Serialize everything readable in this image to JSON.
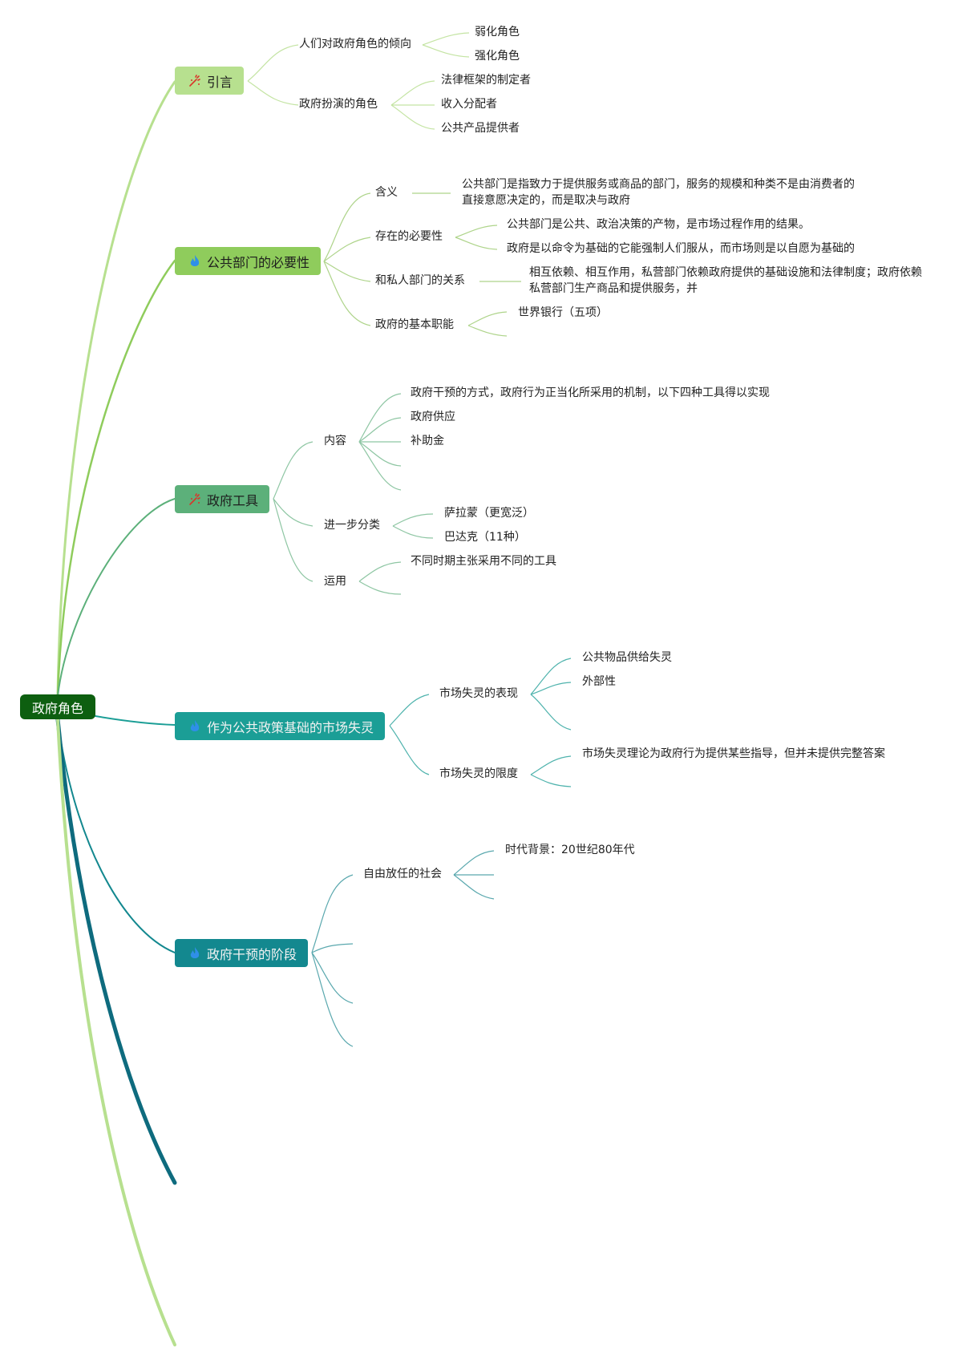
{
  "root": {
    "label": "政府角色"
  },
  "topics": {
    "t1": {
      "label": "引言",
      "icon": "sparkle-icon",
      "color": "#b7e08f"
    },
    "t2": {
      "label": "公共部门的必要性",
      "icon": "flame-icon",
      "color": "#8fcc5c"
    },
    "t3": {
      "label": "政府工具",
      "icon": "sparkle-icon",
      "color": "#5cb07a"
    },
    "t4": {
      "label": "作为公共政策基础的市场失灵",
      "icon": "flame-icon",
      "color": "#1b9e96"
    },
    "t5": {
      "label": "政府干预的阶段",
      "icon": "flame-icon",
      "color": "#13888f"
    }
  },
  "t1": {
    "a": "人们对政府角色的倾向",
    "a1": "弱化角色",
    "a2": "强化角色",
    "b": "政府扮演的角色",
    "b1": "法律框架的制定者",
    "b2": "收入分配者",
    "b3": "公共产品提供者"
  },
  "t2": {
    "a": "含义",
    "a1": "公共部门是指致力于提供服务或商品的部门，服务的规模和种类不是由消费者的直接意愿决定的，而是取决与政府",
    "b": "存在的必要性",
    "b1": "公共部门是公共、政治决策的产物，是市场过程作用的结果。",
    "b2": "政府是以命令为基础的它能强制人们服从，而市场则是以自愿为基础的",
    "c": "和私人部门的关系",
    "c1": "相互依赖、相互作用，私营部门依赖政府提供的基础设施和法律制度；政府依赖私营部门生产商品和提供服务，并",
    "d": "政府的基本职能",
    "d1": "世界银行（五项）"
  },
  "t3": {
    "a": "内容",
    "a1": "政府干预的方式，政府行为正当化所采用的机制，以下四种工具得以实现",
    "a2": "政府供应",
    "a3": "补助金",
    "b": "进一步分类",
    "b1": "萨拉蒙（更宽泛）",
    "b2": "巴达克（11种）",
    "c": "运用",
    "c1": "不同时期主张采用不同的工具"
  },
  "t4": {
    "a": "市场失灵的表现",
    "a1": "公共物品供给失灵",
    "a2": "外部性",
    "b": "市场失灵的限度",
    "b1": "市场失灵理论为政府行为提供某些指导，但并未提供完整答案"
  },
  "t5": {
    "a": "自由放任的社会",
    "a1": "时代背景：20世纪80年代"
  },
  "colors": {
    "root": "#0d5f10",
    "branch1": "#b7e08f",
    "branch2": "#8fcc5c",
    "branch3": "#5cb07a",
    "branch4": "#1b9e96",
    "branch5": "#13888f",
    "branch6": "#0e6b7e",
    "icon_red": "#d9352b",
    "icon_blue": "#2f8fe8"
  }
}
